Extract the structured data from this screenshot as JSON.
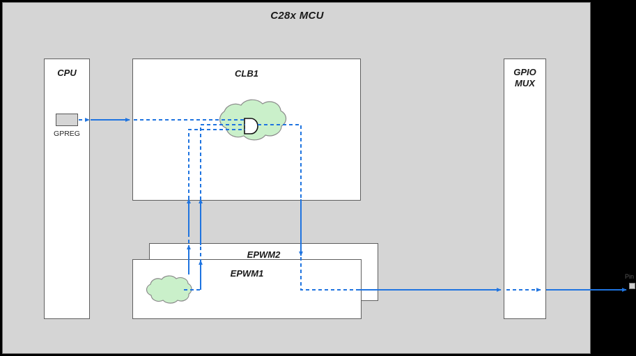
{
  "diagram": {
    "title": "C28x MCU",
    "background_color": "#d5d5d5",
    "outside_color": "#000000",
    "wire_color": "#1f74e0",
    "cloud_fill": "#caf0ca",
    "block_fill": "#ffffff",
    "block_border": "#5e5e5e"
  },
  "blocks": {
    "cpu": {
      "label": "CPU"
    },
    "clb1": {
      "label": "CLB1"
    },
    "gpio_mux": {
      "label": "GPIO\nMUX",
      "line1": "GPIO",
      "line2": "MUX"
    },
    "epwm2": {
      "label": "EPWM2"
    },
    "epwm1": {
      "label": "EPWM1"
    }
  },
  "elements": {
    "gpreg": {
      "label": "GPREG"
    },
    "pin": {
      "label": "Pin"
    },
    "clb_logic_cloud": {
      "label": "",
      "contains": "and-gate"
    },
    "epwm1_logic_cloud": {
      "label": ""
    }
  },
  "signals": [
    {
      "name": "gpreg-to-clb",
      "style": "solid-then-dashed",
      "from": "GPREG",
      "to": "CLB1 logic"
    },
    {
      "name": "epwm1-feedback-to-clb",
      "style": "dashed",
      "from": "EPWM1",
      "to": "CLB1 logic"
    },
    {
      "name": "epwm2-feedback-to-clb",
      "style": "dashed",
      "from": "EPWM2",
      "to": "CLB1 logic"
    },
    {
      "name": "clb-to-epwm1",
      "style": "dashed",
      "from": "CLB1 logic",
      "to": "EPWM1"
    },
    {
      "name": "epwm1-to-gpio-mux",
      "style": "solid",
      "from": "EPWM1",
      "to": "GPIO MUX"
    },
    {
      "name": "gpio-mux-to-pin",
      "style": "solid",
      "from": "GPIO MUX",
      "to": "Pin"
    }
  ]
}
